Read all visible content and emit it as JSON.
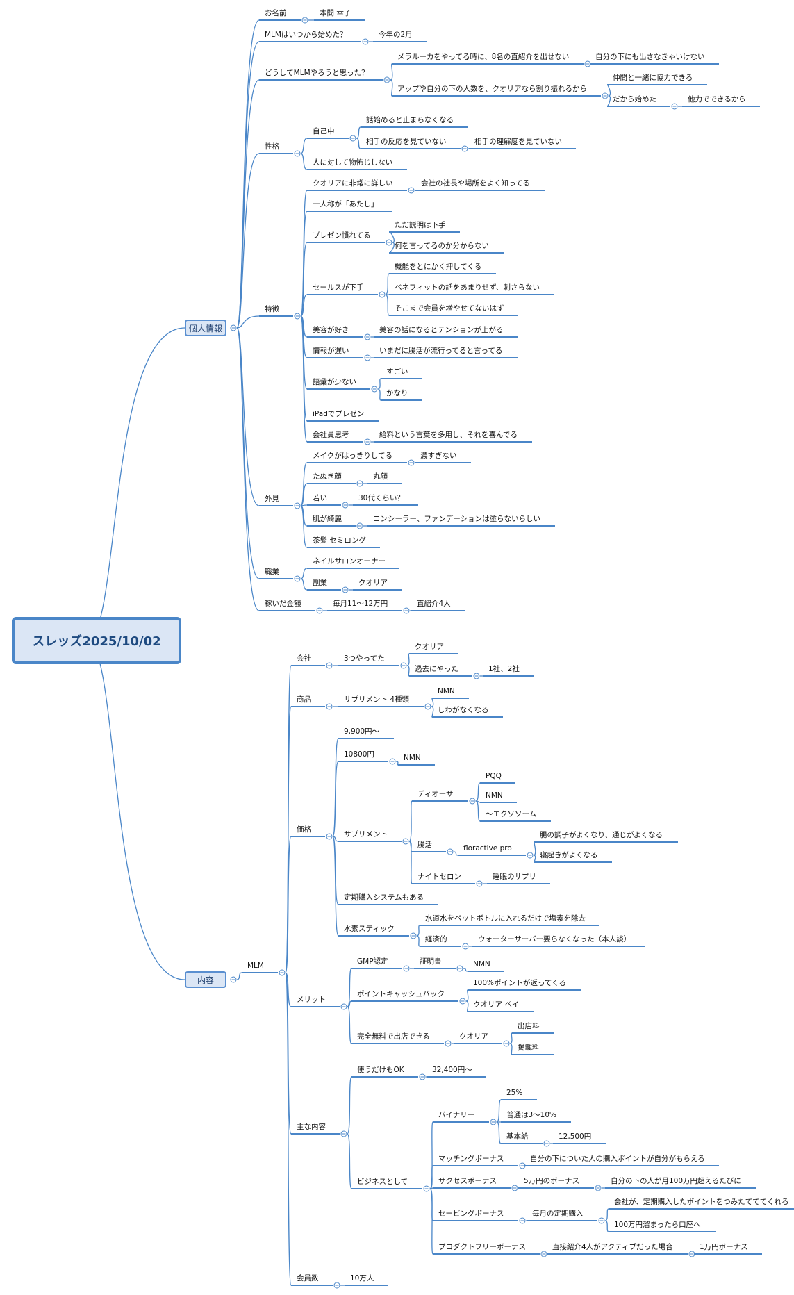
{
  "root": "スレッズ2025/10/02",
  "tree": [
    {
      "t": "個人情報",
      "c": [
        {
          "t": "お名前",
          "c": [
            {
              "t": "本間 幸子"
            }
          ]
        },
        {
          "t": "MLMはいつから始めた？",
          "c": [
            {
              "t": "今年の2月"
            }
          ]
        },
        {
          "t": "どうしてMLMやろうと思った？",
          "c": [
            {
              "t": "メラルーカをやってる時に、8名の直紹介を出せない",
              "c": [
                {
                  "t": "自分の下にも出さなきゃいけない"
                }
              ]
            },
            {
              "t": "アップや自分の下の人数を、クオリアなら割り振れるから",
              "c": [
                {
                  "t": "仲間と一緒に協力できる"
                },
                {
                  "t": "だから始めた",
                  "c": [
                    {
                      "t": "他力でできるから"
                    }
                  ]
                }
              ]
            }
          ]
        },
        {
          "t": "性格",
          "c": [
            {
              "t": "自己中",
              "c": [
                {
                  "t": "話始めると止まらなくなる"
                },
                {
                  "t": "相手の反応を見ていない",
                  "c": [
                    {
                      "t": "相手の理解度を見ていない"
                    }
                  ]
                }
              ]
            },
            {
              "t": "人に対して物怖じしない"
            }
          ]
        },
        {
          "t": "特徴",
          "c": [
            {
              "t": "クオリアに非常に詳しい",
              "c": [
                {
                  "t": "会社の社長や場所をよく知ってる"
                }
              ]
            },
            {
              "t": "一人称が「あたし」"
            },
            {
              "t": "プレゼン慣れてる",
              "c": [
                {
                  "t": "ただ説明は下手"
                },
                {
                  "t": "何を言ってるのか分からない"
                }
              ]
            },
            {
              "t": "セールスが下手",
              "c": [
                {
                  "t": "機能をとにかく押してくる"
                },
                {
                  "t": "ベネフィットの話をあまりせず、刺さらない"
                },
                {
                  "t": "そこまで会員を増やせてないはず"
                }
              ]
            },
            {
              "t": "美容が好き",
              "c": [
                {
                  "t": "美容の話になるとテンションが上がる"
                }
              ]
            },
            {
              "t": "情報が遅い",
              "c": [
                {
                  "t": "いまだに腸活が流行ってると言ってる"
                }
              ]
            },
            {
              "t": "語彙が少ない",
              "c": [
                {
                  "t": "すごい"
                },
                {
                  "t": "かなり"
                }
              ]
            },
            {
              "t": "iPadでプレゼン"
            },
            {
              "t": "会社員思考",
              "c": [
                {
                  "t": "給料という言葉を多用し、それを喜んでる"
                }
              ]
            }
          ]
        },
        {
          "t": "外見",
          "c": [
            {
              "t": "メイクがはっきりしてる",
              "c": [
                {
                  "t": "濃すぎない"
                }
              ]
            },
            {
              "t": "たぬき顔",
              "c": [
                {
                  "t": "丸顔"
                }
              ]
            },
            {
              "t": "若い",
              "c": [
                {
                  "t": "30代くらい？"
                }
              ]
            },
            {
              "t": "肌が綺麗",
              "c": [
                {
                  "t": "コンシーラー、ファンデーションは塗らないらしい"
                }
              ]
            },
            {
              "t": "茶髪 セミロング"
            }
          ]
        },
        {
          "t": "職業",
          "c": [
            {
              "t": "ネイルサロンオーナー"
            },
            {
              "t": "副業",
              "c": [
                {
                  "t": "クオリア"
                }
              ]
            }
          ]
        },
        {
          "t": "稼いだ金額",
          "c": [
            {
              "t": "毎月11〜12万円",
              "c": [
                {
                  "t": "直紹介4人"
                }
              ]
            }
          ]
        }
      ]
    },
    {
      "t": "内容",
      "c": [
        {
          "t": "MLM",
          "c": [
            {
              "t": "会社",
              "c": [
                {
                  "t": "3つやってた",
                  "c": [
                    {
                      "t": "クオリア"
                    },
                    {
                      "t": "過去にやった",
                      "c": [
                        {
                          "t": "1社、2社"
                        }
                      ]
                    }
                  ]
                }
              ]
            },
            {
              "t": "商品",
              "c": [
                {
                  "t": "サプリメント 4種類",
                  "c": [
                    {
                      "t": "NMN"
                    },
                    {
                      "t": "しわがなくなる"
                    }
                  ]
                }
              ]
            },
            {
              "t": "価格",
              "c": [
                {
                  "t": "9,900円〜"
                },
                {
                  "t": "10800円",
                  "c": [
                    {
                      "t": "NMN"
                    }
                  ]
                },
                {
                  "t": "サプリメント",
                  "c": [
                    {
                      "t": "ディオーサ",
                      "c": [
                        {
                          "t": "PQQ"
                        },
                        {
                          "t": "NMN"
                        },
                        {
                          "t": "〜エクソソーム"
                        }
                      ]
                    },
                    {
                      "t": "腸活",
                      "c": [
                        {
                          "t": "floractive pro",
                          "c": [
                            {
                              "t": "腸の調子がよくなり、通じがよくなる"
                            },
                            {
                              "t": "寝起きがよくなる"
                            }
                          ]
                        }
                      ]
                    },
                    {
                      "t": "ナイトセロン",
                      "c": [
                        {
                          "t": "睡眠のサプリ"
                        }
                      ]
                    }
                  ]
                },
                {
                  "t": "定期購入システムもある"
                },
                {
                  "t": "水素スティック",
                  "c": [
                    {
                      "t": "水道水をペットボトルに入れるだけで塩素を除去"
                    },
                    {
                      "t": "経済的",
                      "c": [
                        {
                          "t": "ウォーターサーバー要らなくなった（本人談）"
                        }
                      ]
                    }
                  ]
                }
              ]
            },
            {
              "t": "メリット",
              "c": [
                {
                  "t": "GMP認定",
                  "c": [
                    {
                      "t": "証明書",
                      "c": [
                        {
                          "t": "NMN"
                        }
                      ]
                    }
                  ]
                },
                {
                  "t": "ポイントキャッシュバック",
                  "c": [
                    {
                      "t": "100%ポイントが返ってくる"
                    },
                    {
                      "t": "クオリア ペイ"
                    }
                  ]
                },
                {
                  "t": "完全無料で出店できる",
                  "c": [
                    {
                      "t": "クオリア",
                      "c": [
                        {
                          "t": "出店料"
                        },
                        {
                          "t": "掲載料"
                        }
                      ]
                    }
                  ]
                }
              ]
            },
            {
              "t": "主な内容",
              "c": [
                {
                  "t": "使うだけもOK",
                  "c": [
                    {
                      "t": "32,400円〜"
                    }
                  ]
                },
                {
                  "t": "ビジネスとして",
                  "c": [
                    {
                      "t": "バイナリー",
                      "c": [
                        {
                          "t": "25%"
                        },
                        {
                          "t": "普通は3〜10%"
                        },
                        {
                          "t": "基本給",
                          "c": [
                            {
                              "t": "12,500円"
                            }
                          ]
                        }
                      ]
                    },
                    {
                      "t": "マッチングボーナス",
                      "c": [
                        {
                          "t": "自分の下についた人の購入ポイントが自分がもらえる"
                        }
                      ]
                    },
                    {
                      "t": "サクセスボーナス",
                      "c": [
                        {
                          "t": "5万円のボーナス",
                          "c": [
                            {
                              "t": "自分の下の人が月100万円超えるたびに"
                            }
                          ]
                        }
                      ]
                    },
                    {
                      "t": "セービングボーナス",
                      "c": [
                        {
                          "t": "毎月の定期購入",
                          "c": [
                            {
                              "t": "会社が、定期購入したポイントをつみたてててくれる"
                            },
                            {
                              "t": "100万円溜まったら口座へ"
                            }
                          ]
                        }
                      ]
                    },
                    {
                      "t": "プロダクトフリーボーナス",
                      "c": [
                        {
                          "t": "直接紹介4人がアクティブだった場合",
                          "c": [
                            {
                              "t": "1万円ボーナス"
                            }
                          ]
                        }
                      ]
                    }
                  ]
                }
              ]
            },
            {
              "t": "会員数",
              "c": [
                {
                  "t": "10万人"
                }
              ]
            }
          ]
        }
      ]
    }
  ]
}
